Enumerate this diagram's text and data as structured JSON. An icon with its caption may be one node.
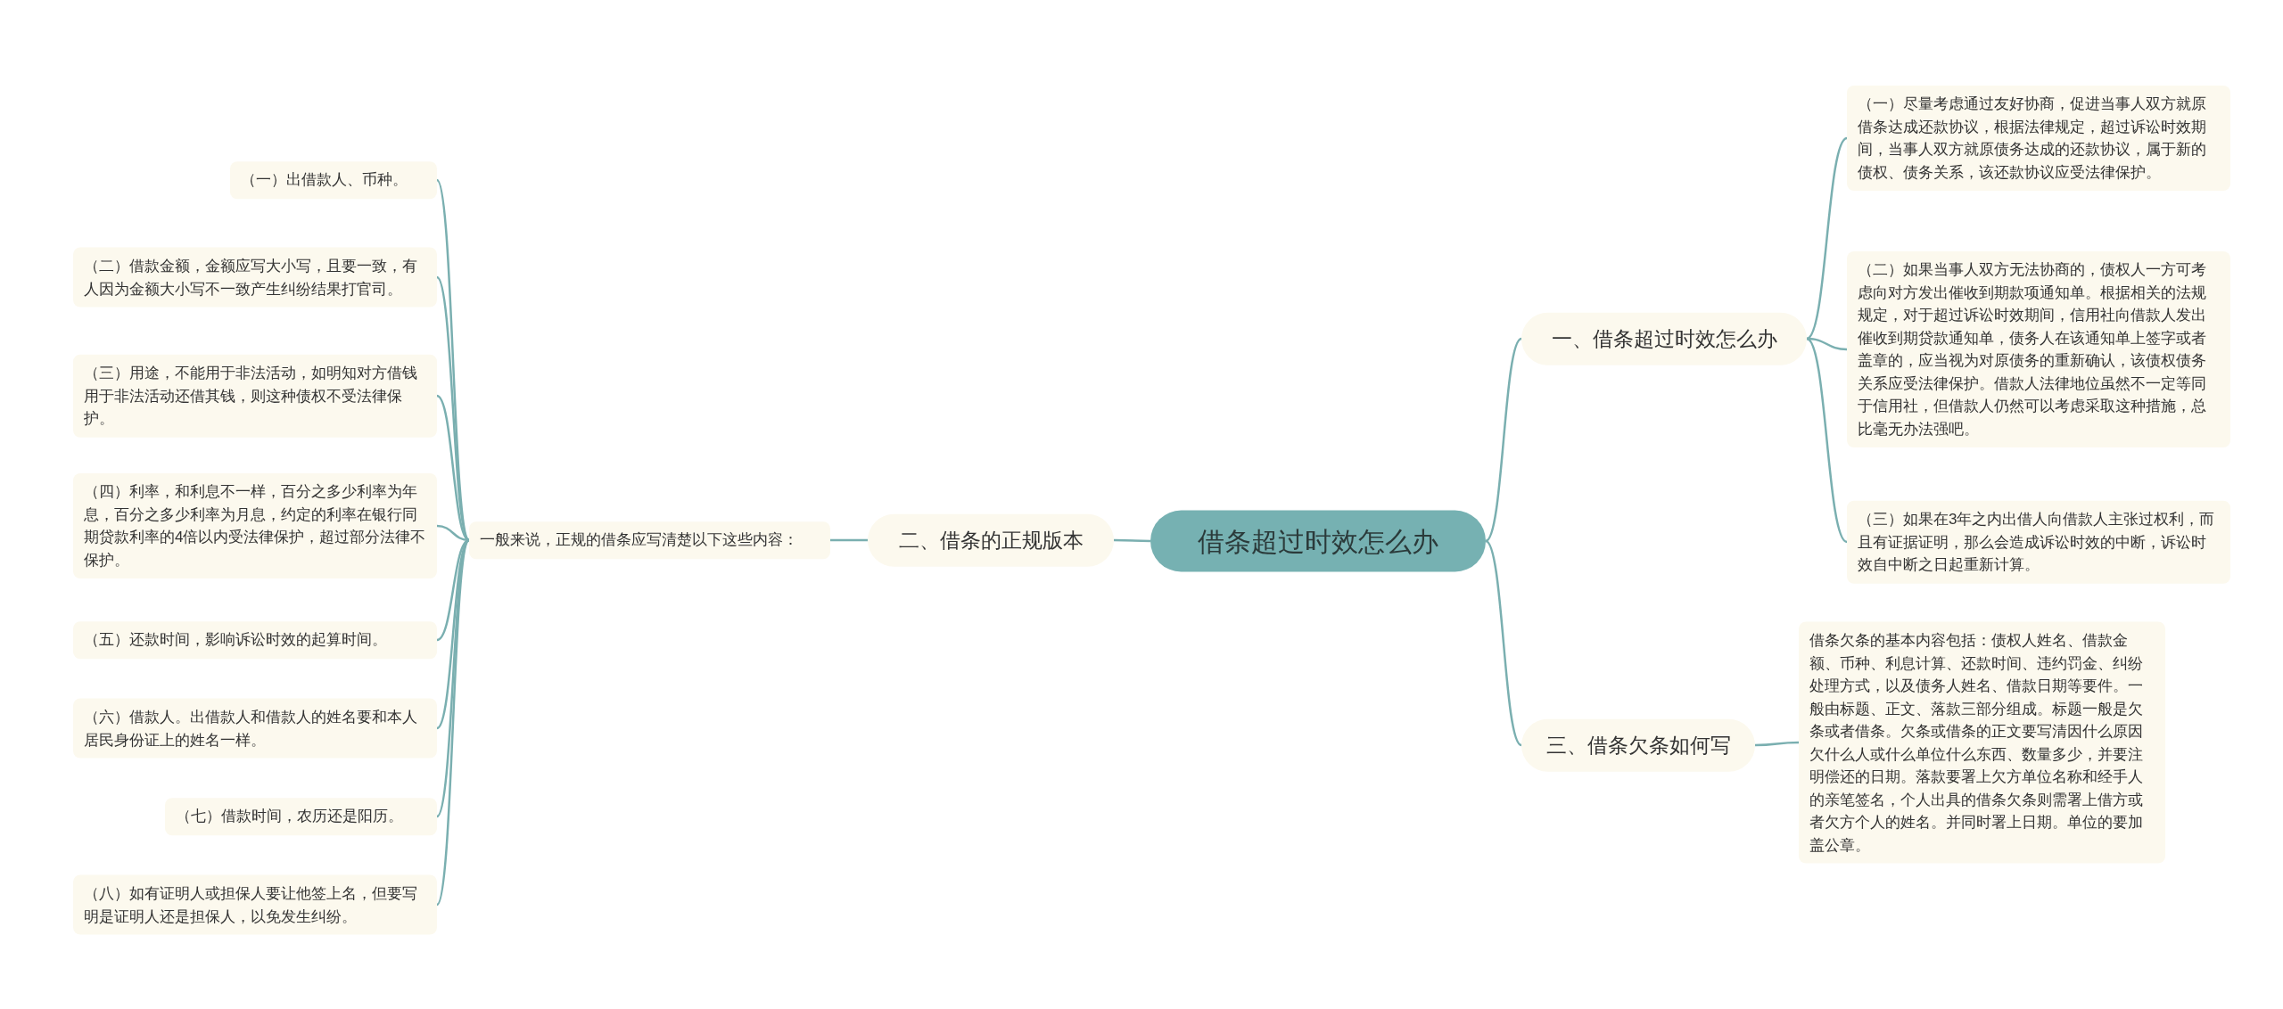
{
  "diagram": {
    "nodes": [
      {
        "text": [
          "借条超过时效怎么办"
        ]
      },
      {
        "text": [
          "一、借条超过时效怎么办"
        ]
      },
      {
        "text": [
          "（一）尽量考虑通过友好协商，促进当事人双方就原借条达成还款协议，根据法律规定，超过诉讼时效期间，当事人双方就原债务达成的还款协议，属于新的债权、债务关系，该还款协议应受法律保护。"
        ]
      },
      {
        "text": [
          "（二）如果当事人双方无法协商的，债权人一方可考虑向对方发出催收到期款项通知单。根据相关的法规规定，对于超过诉讼时效期间，信用社向借款人发出催收到期贷款通知单，债务人在该通知单上签字或者盖章的，应当视为对原债务的重新确认，该债权债务关系应受法律保护。借款人法律地位虽然不一定等同于信用社，但借款人仍然可以考虑采取这种措施，总比毫无办法强吧。"
        ]
      },
      {
        "text": [
          "（三）如果在3年之内出借人向借款人主张过权利，而且有证据证明，那么会造成诉讼时效的中断，诉讼时效自中断之日起重新计算。"
        ]
      },
      {
        "text": [
          "二、借条的正规版本"
        ]
      },
      {
        "text": [
          "一般来说，正规的借条应写清楚以下这些内容："
        ]
      },
      {
        "text": [
          "（一）出借款人、币种。"
        ]
      },
      {
        "text": [
          "（二）借款金额，金额应写大小写，且要一致，有人因为金额大小写不一致产生纠纷结果打官司。"
        ]
      },
      {
        "text": [
          "（三）用途，不能用于非法活动，如明知对方借钱用于非法活动还借其钱，则这种债权不受法律保护。"
        ]
      },
      {
        "text": [
          "（四）利率，和利息不一样，百分之多少利率为年息，百分之多少利率为月息，约定的利率在银行同期贷款利率的4倍以内受法律保护，超过部分法律不保护。"
        ]
      },
      {
        "text": [
          "（五）还款时间，影响诉讼时效的起算时间。"
        ]
      },
      {
        "text": [
          "（六）借款人。出借款人和借款人的姓名要和本人居民身份证上的姓名一样。"
        ]
      },
      {
        "text": [
          "（七）借款时间，农历还是阳历。"
        ]
      },
      {
        "text": [
          "（八）如有证明人或担保人要让他签上名，但要写明是证明人还是担保人，以免发生纠纷。"
        ]
      },
      {
        "text": [
          "三、借条欠条如何写"
        ]
      },
      {
        "text": [
          "借条欠条的基本内容包括：债权人姓名、借款金额、币种、利息计算、还款时间、违约罚金、纠纷处理方式，以及债务人姓名、借款日期等要件。一般由标题、正文、落款三部分组成。标题一般是欠条或者借条。欠条或借条的正文要写清因什么原因欠什么人或什么单位什么东西、数量多少，并要注明偿还的日期。落款要署上欠方单位名称和经手人的亲笔签名，个人出具的借条欠条则需署上借方或者欠方个人的姓名。并同时署上日期。单位的要加盖公章。"
        ]
      }
    ],
    "edges": [
      {
        "from": 0,
        "to": 1,
        "arrow": "none"
      },
      {
        "from": 1,
        "to": 2,
        "arrow": "none"
      },
      {
        "from": 1,
        "to": 3,
        "arrow": "none"
      },
      {
        "from": 1,
        "to": 4,
        "arrow": "none"
      },
      {
        "from": 0,
        "to": 5,
        "arrow": "none"
      },
      {
        "from": 5,
        "to": 6,
        "arrow": "none"
      },
      {
        "from": 6,
        "to": 7,
        "arrow": "none"
      },
      {
        "from": 6,
        "to": 8,
        "arrow": "none"
      },
      {
        "from": 6,
        "to": 9,
        "arrow": "none"
      },
      {
        "from": 6,
        "to": 10,
        "arrow": "none"
      },
      {
        "from": 6,
        "to": 11,
        "arrow": "none"
      },
      {
        "from": 6,
        "to": 12,
        "arrow": "none"
      },
      {
        "from": 6,
        "to": 13,
        "arrow": "none"
      },
      {
        "from": 6,
        "to": 14,
        "arrow": "none"
      },
      {
        "from": 0,
        "to": 15,
        "arrow": "none"
      },
      {
        "from": 15,
        "to": 16,
        "arrow": "none"
      }
    ]
  }
}
